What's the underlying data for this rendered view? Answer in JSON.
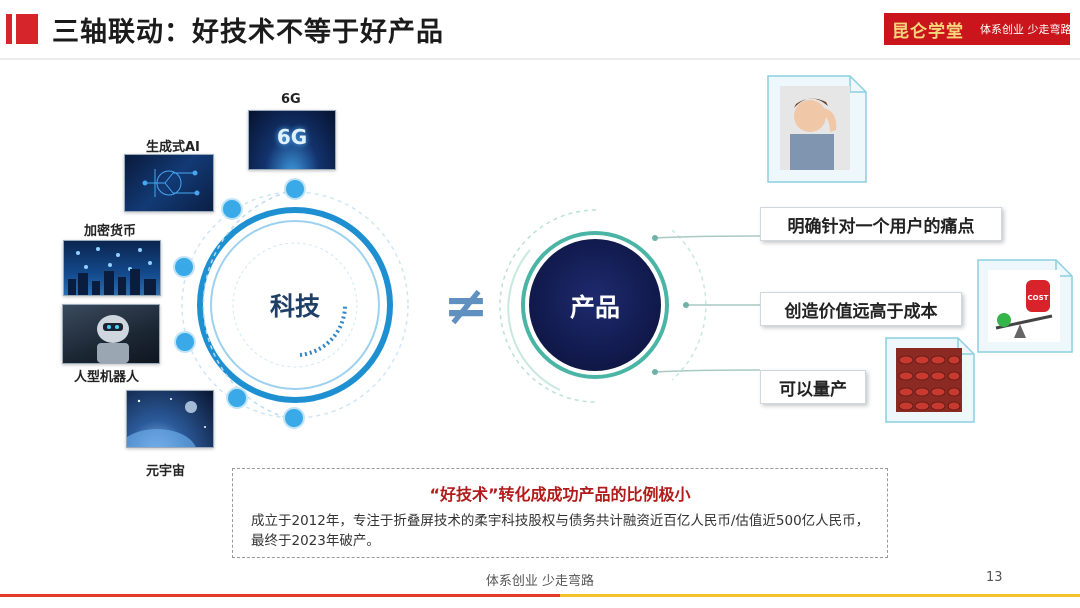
{
  "header": {
    "title": "三轴联动：好技术不等于好产品",
    "logo_main": "昆仑学堂",
    "logo_sub": "体系创业 少走弯路"
  },
  "tech": {
    "center_label": "科技",
    "items": [
      {
        "label": "6G"
      },
      {
        "label": "生成式AI"
      },
      {
        "label": "加密货币"
      },
      {
        "label": "人型机器人"
      },
      {
        "label": "元宇宙"
      }
    ],
    "thumb_6g_text": "6G"
  },
  "not_equal_symbol": "≠",
  "product": {
    "center_label": "产品",
    "tags": [
      {
        "label": "明确针对一个用户的痛点"
      },
      {
        "label": "创造价值远高于成本"
      },
      {
        "label": "可以量产"
      }
    ],
    "cost_text": "COST"
  },
  "case_box": {
    "title": "“好技术”转化成成功产品的比例极小",
    "body": "成立于2012年，专注于折叠屏技术的柔宇科技股权与债务共计融资近百亿人民币/估值近500亿人民币，最终于2023年破产。"
  },
  "footer": {
    "slogan": "体系创业 少走弯路",
    "page_number": "13"
  },
  "colors": {
    "brand_red": "#d6262b",
    "ring_blue": "#1e90d2",
    "node_blue": "#3aa9e8",
    "product_navy": "#14205a",
    "product_ring_teal": "#4bb5a5",
    "case_title_red": "#b21b1b"
  }
}
